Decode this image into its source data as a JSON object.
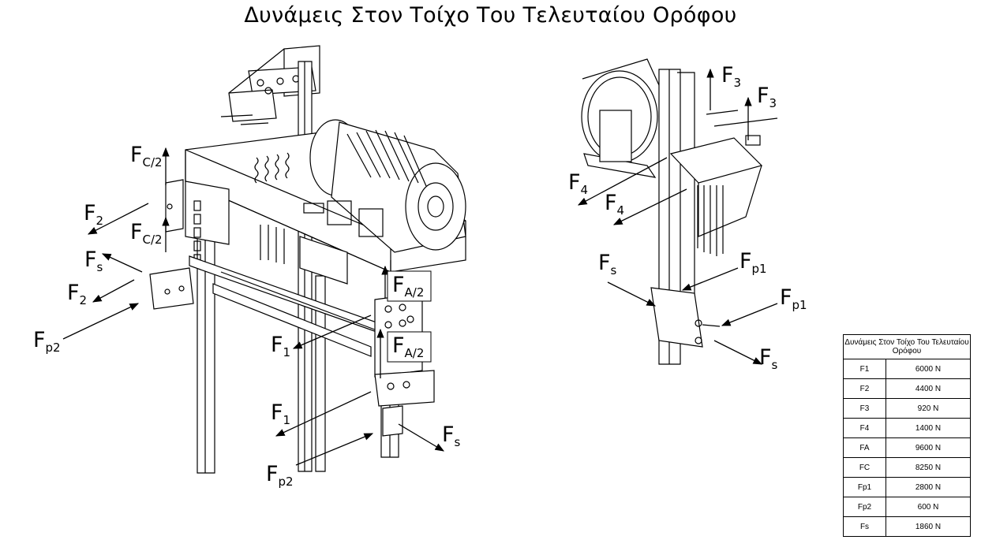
{
  "title": "Δυνάμεις Στον Τοίχο Του Τελευταίου Ορόφου",
  "labels": {
    "fc2_top": {
      "main": "F",
      "sub": "C/2"
    },
    "f2_upper": {
      "main": "F",
      "sub": "2"
    },
    "fc2_lower": {
      "main": "F",
      "sub": "C/2"
    },
    "fs_left": {
      "main": "F",
      "sub": "s"
    },
    "f2_lower": {
      "main": "F",
      "sub": "2"
    },
    "fp2_left": {
      "main": "F",
      "sub": "p2"
    },
    "fa2_upper": {
      "main": "F",
      "sub": "A/2"
    },
    "fa2_lower": {
      "main": "F",
      "sub": "A/2"
    },
    "f1_upper": {
      "main": "F",
      "sub": "1"
    },
    "f1_lower": {
      "main": "F",
      "sub": "1"
    },
    "fs_bottom": {
      "main": "F",
      "sub": "s"
    },
    "fp2_bottom": {
      "main": "F",
      "sub": "p2"
    },
    "f3_left": {
      "main": "F",
      "sub": "3"
    },
    "f3_right": {
      "main": "F",
      "sub": "3"
    },
    "f4_upper": {
      "main": "F",
      "sub": "4"
    },
    "f4_lower": {
      "main": "F",
      "sub": "4"
    },
    "fs_right_upper": {
      "main": "F",
      "sub": "s"
    },
    "fp1_upper": {
      "main": "F",
      "sub": "p1"
    },
    "fp1_lower": {
      "main": "F",
      "sub": "p1"
    },
    "fs_right_lower": {
      "main": "F",
      "sub": "s"
    }
  },
  "table": {
    "header": "Δυνάμεις Στον Τοίχο Του Τελευταίου Ορόφου",
    "rows": [
      {
        "name": "F1",
        "value": "6000 N"
      },
      {
        "name": "F2",
        "value": "4400 N"
      },
      {
        "name": "F3",
        "value": "920 N"
      },
      {
        "name": "F4",
        "value": "1400 N"
      },
      {
        "name": "FA",
        "value": "9600 N"
      },
      {
        "name": "FC",
        "value": "8250 N"
      },
      {
        "name": "Fp1",
        "value": "2800 N"
      },
      {
        "name": "Fp2",
        "value": "600 N"
      },
      {
        "name": "Fs",
        "value": "1860 N"
      }
    ]
  }
}
